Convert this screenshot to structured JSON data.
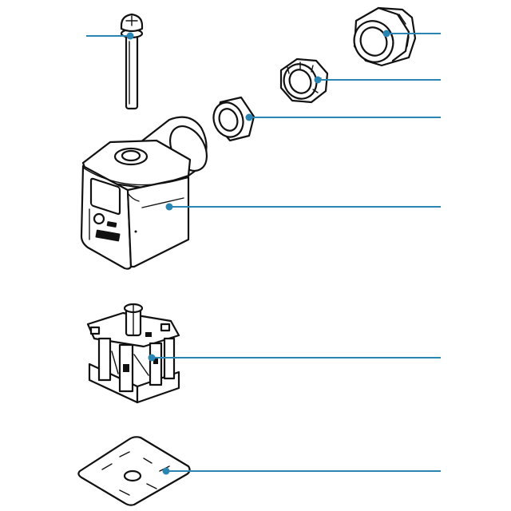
{
  "diagram": {
    "type": "exploded-view",
    "callouts": [
      {
        "name": "fixing-screw"
      },
      {
        "name": "cable-gland-nut"
      },
      {
        "name": "clamping-ring"
      },
      {
        "name": "cable-seal"
      },
      {
        "name": "connector-housing"
      },
      {
        "name": "contact-carrier"
      },
      {
        "name": "flat-gasket"
      }
    ]
  },
  "colors": {
    "leader_line": "#2a85b2",
    "line_art": "#111111",
    "background": "#ffffff"
  }
}
